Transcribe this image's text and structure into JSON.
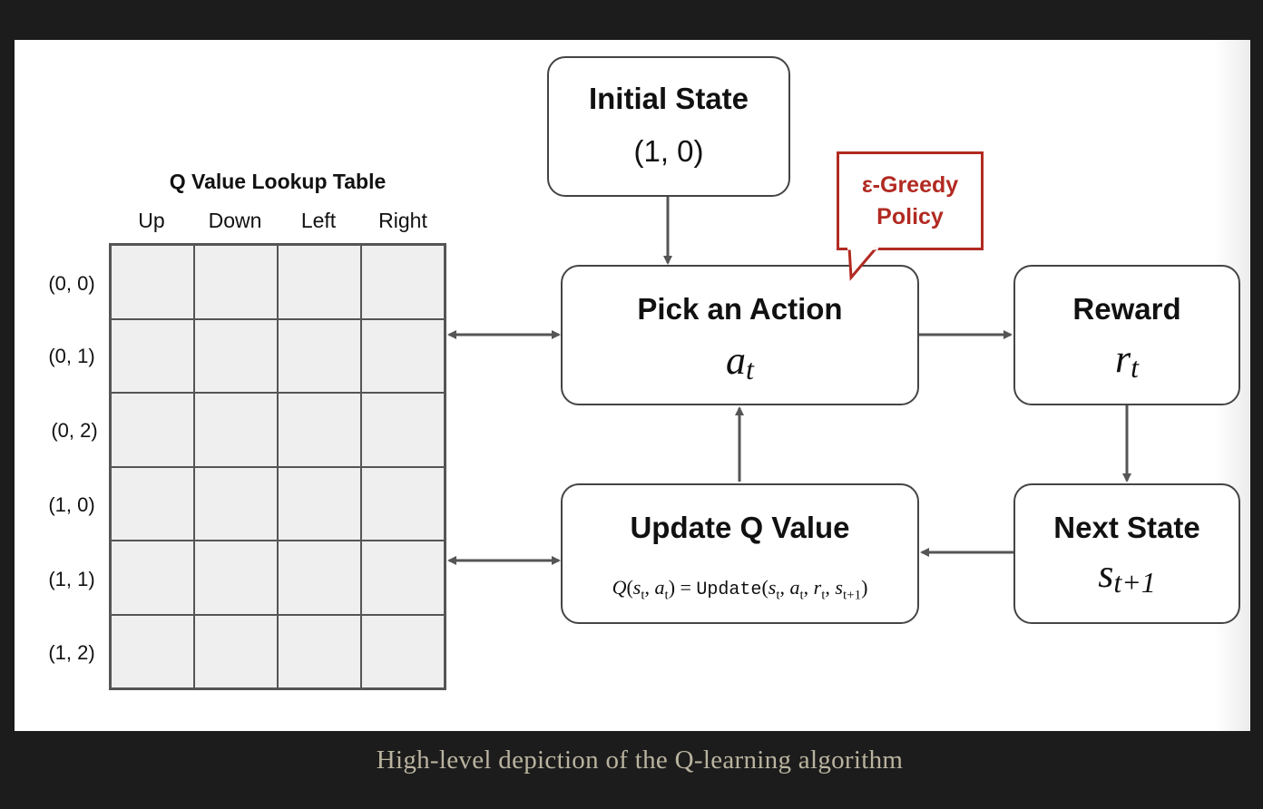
{
  "table": {
    "title": "Q Value Lookup Table",
    "columns": [
      "Up",
      "Down",
      "Left",
      "Right"
    ],
    "rows": [
      "(0, 0)",
      "(0, 1)",
      "(0, 2)",
      "(1, 0)",
      "(1, 1)",
      "(1, 2)"
    ]
  },
  "initial_state": {
    "title": "Initial State",
    "value": "(1, 0)"
  },
  "policy": {
    "line1": "ε-Greedy",
    "line2": "Policy"
  },
  "pick_action": {
    "title": "Pick an Action",
    "symbol": "a",
    "subscript": "t"
  },
  "reward": {
    "title": "Reward",
    "symbol": "r",
    "subscript": "t"
  },
  "update_q": {
    "title": "Update Q Value",
    "equation": "Q(st, at) = Update(st, at, rt, st+1)"
  },
  "next_state": {
    "title": "Next State",
    "symbol": "s",
    "subscript": "t+1"
  },
  "caption": "High-level depiction of the Q-learning algorithm"
}
